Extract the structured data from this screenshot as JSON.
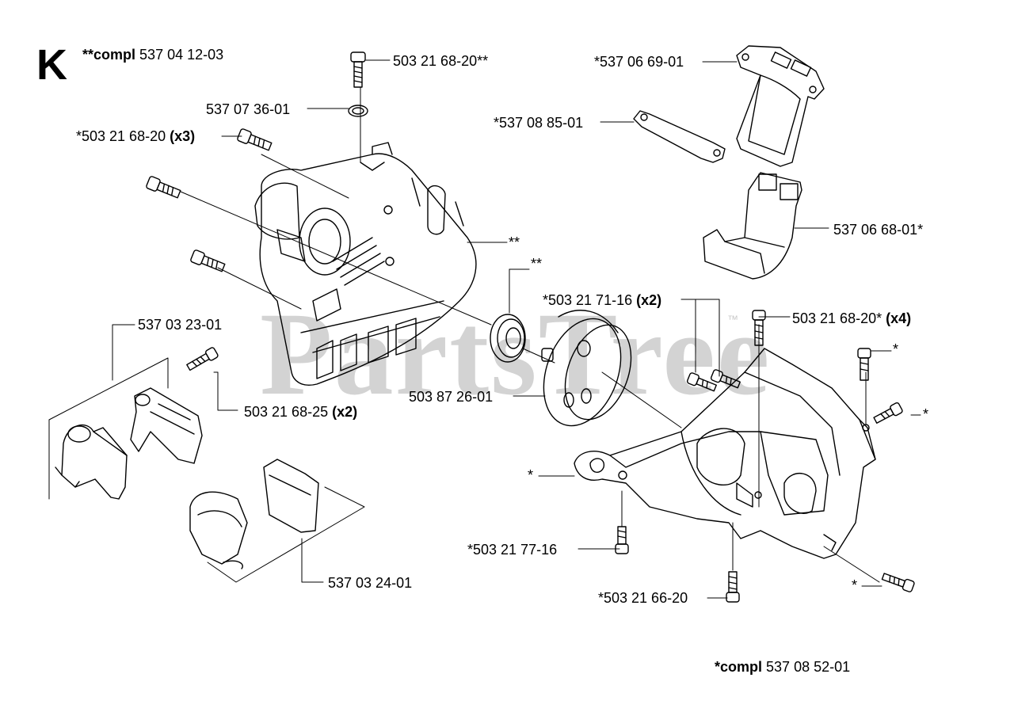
{
  "section": "K",
  "watermark": {
    "text": "PartsTree",
    "tm": "™"
  },
  "kits": {
    "upper": {
      "bold": "**compl",
      "number": "537 04 12-03"
    },
    "lower": {
      "bold": "*compl",
      "number": "537 08 52-01"
    }
  },
  "parts": {
    "p1": {
      "text": "503 21 68-20**"
    },
    "p2": {
      "text": "537 07 36-01"
    },
    "p3": {
      "text": "*503 21 68-20",
      "qty": "(x3)"
    },
    "p4": {
      "text": "*537 06 69-01"
    },
    "p5": {
      "text": "*537 08 85-01"
    },
    "p6": {
      "text": "537 06 68-01*"
    },
    "p7": {
      "text": "**"
    },
    "p8": {
      "text": "**"
    },
    "p9": {
      "text": "*503 21 71-16",
      "qty": "(x2)"
    },
    "p10": {
      "text": "503 21 68-20*",
      "qty": "(x4)"
    },
    "p11": {
      "text": "537 03 23-01"
    },
    "p12": {
      "text": "503 21 68-25",
      "qty": "(x2)"
    },
    "p13": {
      "text": "503 87 26-01"
    },
    "p14": {
      "text": "*"
    },
    "p15": {
      "text": "*"
    },
    "p16": {
      "text": "*"
    },
    "p17": {
      "text": "*503 21 77-16"
    },
    "p18": {
      "text": "537 03 24-01"
    },
    "p19": {
      "text": "*503 21 66-20"
    },
    "p20": {
      "text": "*"
    }
  }
}
